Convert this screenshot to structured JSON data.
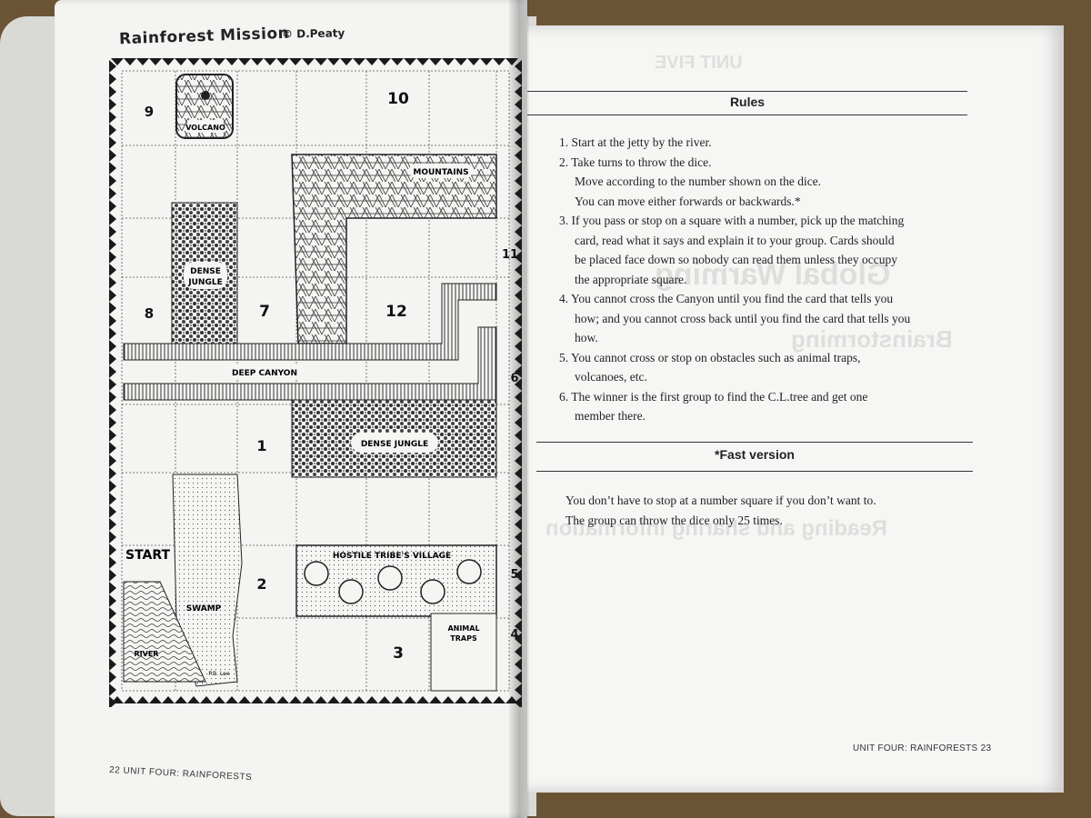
{
  "map": {
    "title": "Rainforest Mission",
    "credit": "© D.Peaty",
    "labels": {
      "volcano": "VOLCANO",
      "mountains": "MOUNTAINS",
      "dense_jungle_top_line1": "DENSE",
      "dense_jungle_top_line2": "JUNGLE",
      "deep_canyon": "DEEP CANYON",
      "dense_jungle_bottom": "DENSE JUNGLE",
      "start": "START",
      "swamp": "SWAMP",
      "river": "RIVER",
      "hostile_village": "HOSTILE TRIBE'S VILLAGE",
      "animal_traps_line1": "ANIMAL",
      "animal_traps_line2": "TRAPS",
      "signature": "P.B. Lee"
    },
    "numbers": {
      "n1": "1",
      "n2": "2",
      "n3": "3",
      "n4": "4",
      "n5": "5",
      "n6": "6",
      "n7": "7",
      "n8": "8",
      "n9": "9",
      "n10": "10",
      "n11": "11",
      "n12": "12"
    }
  },
  "footer": {
    "left": "22   UNIT FOUR: RAINFORESTS",
    "right": "UNIT FOUR: RAINFORESTS   23"
  },
  "rules": {
    "heading": "Rules",
    "items": [
      "1. Start at the jetty by the river.",
      "2. Take turns to throw the dice.",
      "Move according to the number shown on the dice.",
      "You can move either forwards or backwards.*",
      "3. If you pass or stop on a square with a number, pick up the matching",
      "card, read what it says and explain it to your group. Cards should",
      "be  placed face down so nobody can read them unless they occupy",
      "the appropriate square.",
      "4. You cannot cross the Canyon until you find the card that tells you",
      "how; and you cannot cross back until you find the card that tells you",
      "how.",
      "5. You cannot cross or stop on obstacles such as animal traps,",
      "volcanoes, etc.",
      "6. The winner is the first group to find the C.L.tree and get one",
      "member there."
    ]
  },
  "fast_version": {
    "heading": "*Fast version",
    "lines": [
      "You don’t have to stop at a number square if you don’t want to.",
      "The group can throw the dice only 25 times."
    ]
  },
  "show_through": {
    "line1": "Global Warming",
    "line2": "Brainstorming",
    "line3": "Reading and sharing information",
    "line4": "UNIT FIVE"
  }
}
